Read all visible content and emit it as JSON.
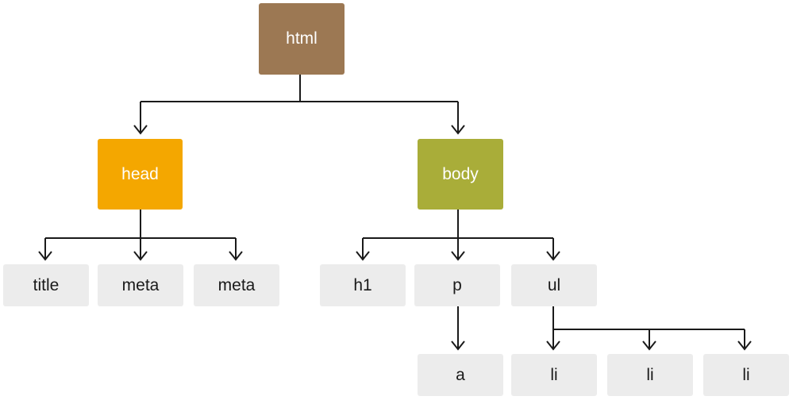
{
  "colors": {
    "html": "#9c7853",
    "head": "#f4a700",
    "body": "#a9ad39",
    "leaf": "#ececec",
    "connector": "#1a1a1a"
  },
  "nodes": {
    "html": "html",
    "head": "head",
    "body": "body",
    "title": "title",
    "meta_1": "meta",
    "meta_2": "meta",
    "h1": "h1",
    "p": "p",
    "ul": "ul",
    "a": "a",
    "li_1": "li",
    "li_2": "li",
    "li_3": "li"
  }
}
